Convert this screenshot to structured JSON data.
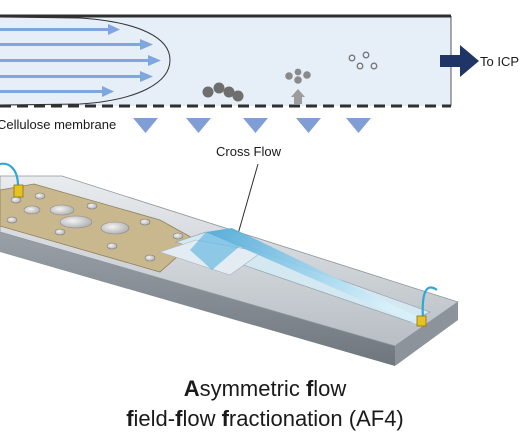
{
  "labels": {
    "to_icp": "To ICP",
    "membrane": "Cellulose membrane",
    "cross_flow": "Cross Flow"
  },
  "title": {
    "line1": [
      {
        "text": "A",
        "bold": true
      },
      {
        "text": "symmetric ",
        "bold": false
      },
      {
        "text": "f",
        "bold": true
      },
      {
        "text": "low",
        "bold": false
      }
    ],
    "line2": [
      {
        "text": "f",
        "bold": true
      },
      {
        "text": "ield-",
        "bold": false
      },
      {
        "text": "f",
        "bold": true
      },
      {
        "text": "low ",
        "bold": false
      },
      {
        "text": "f",
        "bold": true
      },
      {
        "text": "ractionation (AF4)",
        "bold": false
      }
    ]
  },
  "colors": {
    "channel_fill": "#e6eff8",
    "flow_arrow": "#7fa6de",
    "membrane_arrow": "#7f9ed6",
    "outlet_arrow": "#1f3566",
    "particle": "#6e6e6e",
    "plate_tan": "#c9b78e",
    "channel_blue": "#5fb6de"
  }
}
